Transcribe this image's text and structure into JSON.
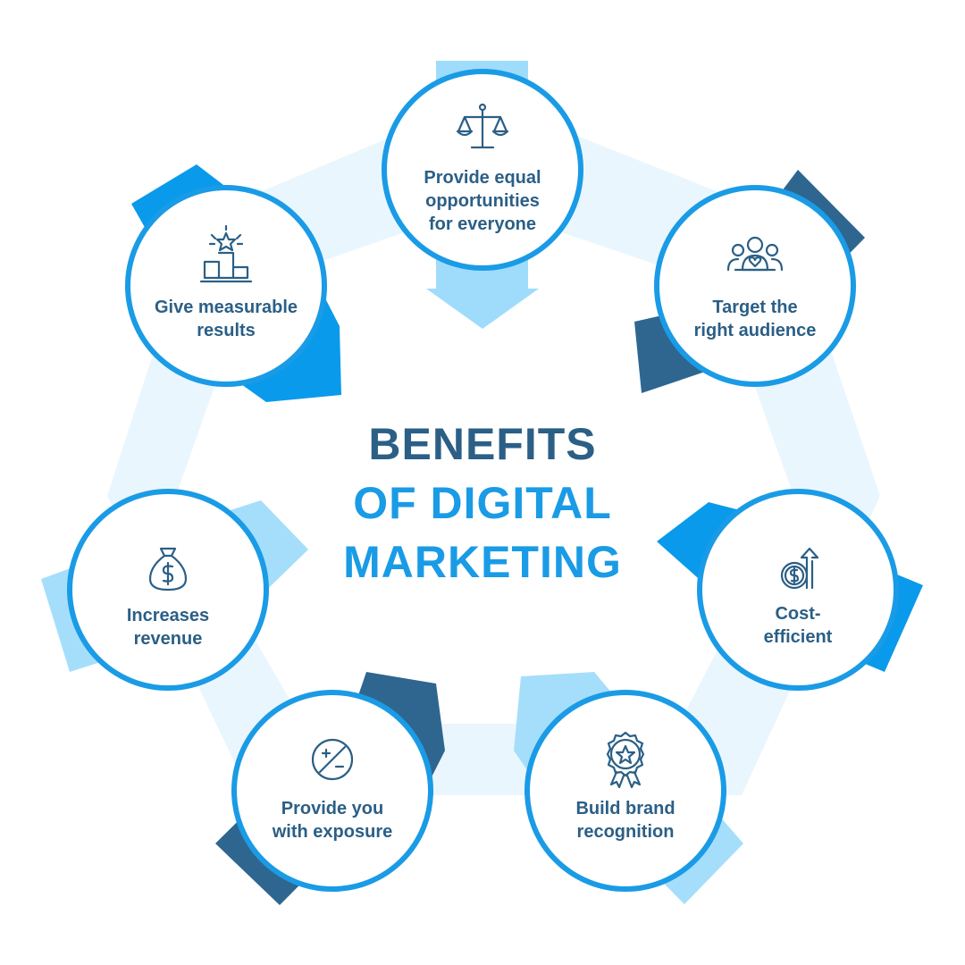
{
  "title": {
    "line1": "BENEFITS",
    "line2": "OF DIGITAL",
    "line3": "MARKETING"
  },
  "colors": {
    "dark_text": "#2b5f86",
    "accent": "#1a9be6",
    "ring_fill": "#e9f6fd",
    "arrow_dark": "#2e6690",
    "arrow_mid": "#0a9aeb",
    "arrow_light": "#9fdcfb",
    "arrow_light2": "#b8e6fc"
  },
  "nodes": [
    {
      "id": "equal",
      "lines": [
        "Provide equal",
        "opportunities",
        "for everyone"
      ],
      "icon": "scales-icon"
    },
    {
      "id": "audience",
      "lines": [
        "Target the",
        "right audience"
      ],
      "icon": "people-heart-icon"
    },
    {
      "id": "cost",
      "lines": [
        "Cost-",
        "efficient"
      ],
      "icon": "coin-growth-icon"
    },
    {
      "id": "brand",
      "lines": [
        "Build brand",
        "recognition"
      ],
      "icon": "award-badge-icon"
    },
    {
      "id": "exposure",
      "lines": [
        "Provide you",
        "with exposure"
      ],
      "icon": "plus-minus-icon"
    },
    {
      "id": "revenue",
      "lines": [
        "Increases",
        "revenue"
      ],
      "icon": "money-bag-icon"
    },
    {
      "id": "results",
      "lines": [
        "Give measurable",
        "results"
      ],
      "icon": "podium-star-icon"
    }
  ]
}
